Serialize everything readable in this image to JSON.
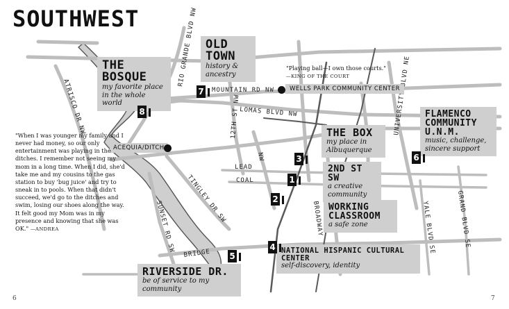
{
  "title": "SOUTHWEST",
  "page_left": "6",
  "page_right": "7",
  "locations": [
    {
      "num": "1",
      "title": "2ND ST SW",
      "subtitle": "a creative community"
    },
    {
      "num": "2",
      "title": "WORKING CLASSROOM",
      "subtitle": "a safe zone"
    },
    {
      "num": "3",
      "title": "THE BOX",
      "subtitle": "my place in Albuquerque"
    },
    {
      "num": "4",
      "title": "NATIONAL HISPANIC CULTURAL CENTER",
      "subtitle": "self-discovery, identity"
    },
    {
      "num": "5",
      "title": "RIVERSIDE DR.",
      "subtitle": "be of service to my community"
    },
    {
      "num": "6",
      "title": "FLAMENCO COMMUNITY U.N.M.",
      "subtitle": "music, challenge, sincere support"
    },
    {
      "num": "7",
      "title": "OLD TOWN",
      "subtitle": "history & ancestry"
    },
    {
      "num": "8",
      "title": "THE BOSQUE",
      "subtitle": "my favorite place in the whole world"
    }
  ],
  "labels": {
    "wells_park": "WELLS PARK COMMUNITY CENTER",
    "acequia": "ACEQUIA/DITCH"
  },
  "quotes": {
    "court": "\"Playing ball—I own those courts.\"",
    "court_attr": "—KING OF THE COURT",
    "acequia": "\"When I was younger my family and I never had money, so our only entertainment was playing in the ditches. I remember not seeing my mom in a long time. When I did, she'd take me and my cousins to the gas station to buy 'bug juice' and try to sneak in to pools. When that didn't succeed, we'd go to the ditches and swim, losing our shoes along the way. It felt good my Mom was in my presence and knowing that she was OK.\"",
    "acequia_attr": "—ANDREA"
  },
  "streets": {
    "rio_grande": "RIO GRANDE BLVD NW",
    "atrisco": "ATRISCO DR NW",
    "mountain": "MOUNTAIN RD NW",
    "lomas": "LOMAS BLVD NW",
    "twelfth": "12TH ST NW",
    "nw": "NW",
    "lead": "LEAD",
    "coal": "COAL",
    "tingley": "TINGLEY DR SW",
    "bridge": "BRIDGE",
    "sunset": "SUNSET RD SW",
    "broadway": "BROADWAY",
    "university": "UNIVERSITY BLVD NE",
    "yale": "YALE BLVD SE",
    "grand": "GRAND BLVD SE"
  },
  "colors": {
    "box": "#cfcfcf",
    "road": "#bdbdbd",
    "river": "#cfcfcf",
    "ink": "#111111"
  }
}
